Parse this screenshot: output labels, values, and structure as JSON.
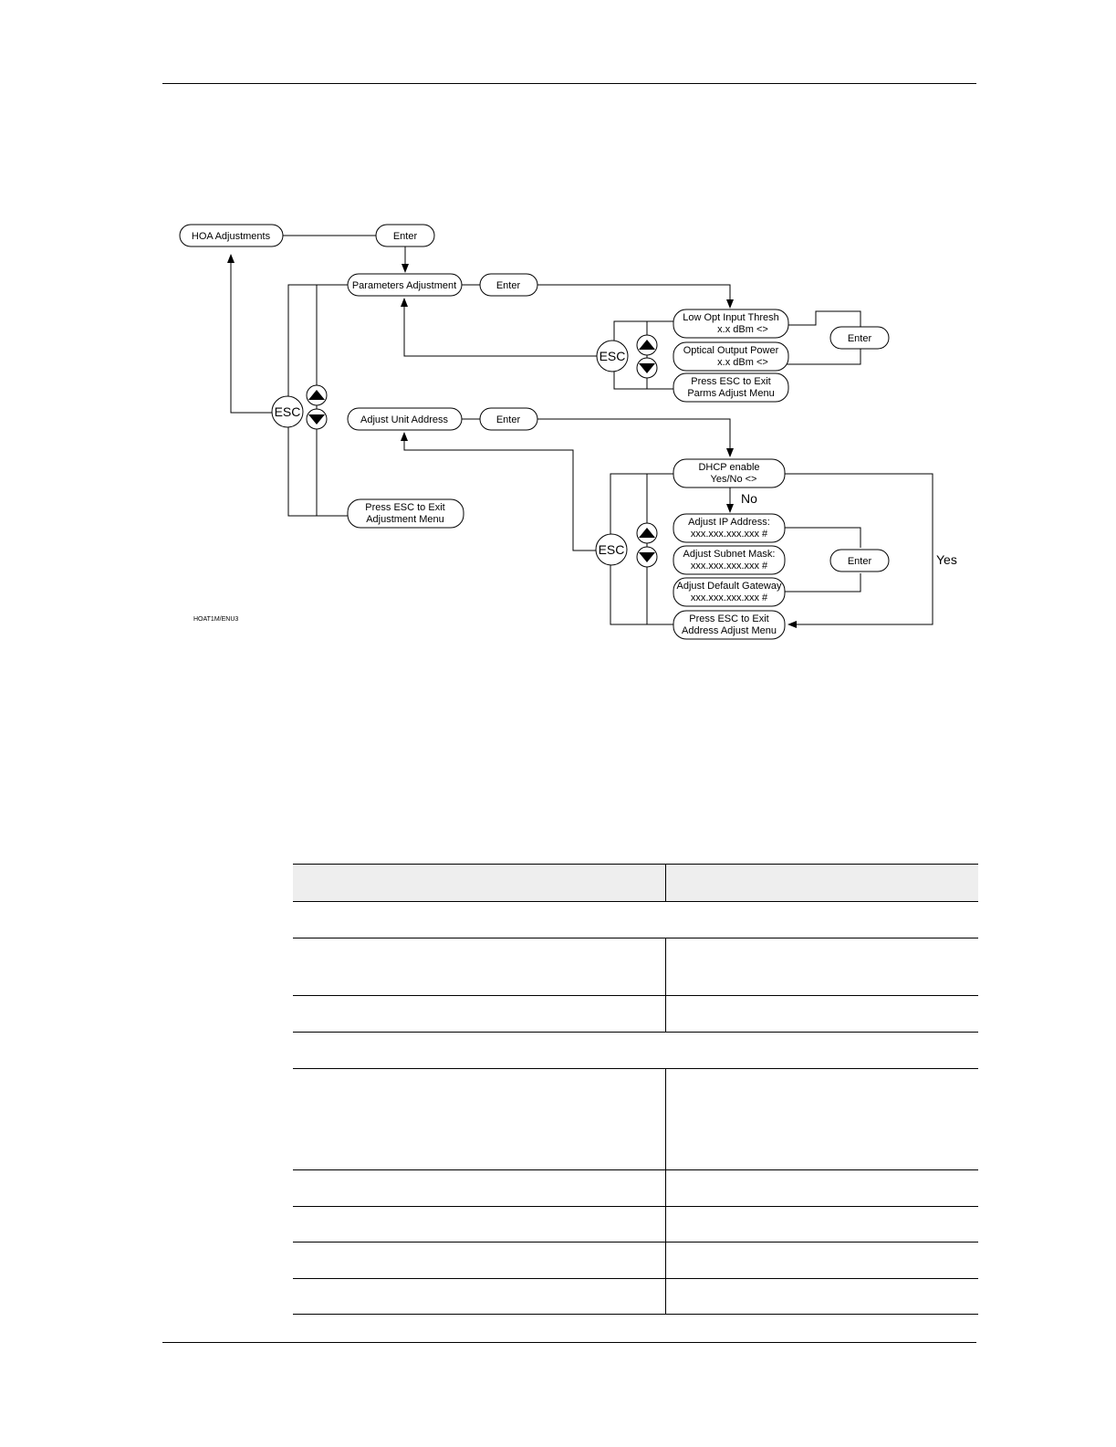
{
  "diagram": {
    "code": "HOAT1M/ENU3",
    "nodes": {
      "hoa_adjustments": "HOA  Adjustments",
      "enter_top": "Enter",
      "parameters_adjustment": "Parameters Adjustment",
      "enter_params": "Enter",
      "low_opt_line1": "Low Opt Input Thresh",
      "low_opt_line2": "x.x  dBm    <>",
      "optical_out_line1": "Optical Output Power",
      "optical_out_line2": "x.x  dBm    <>",
      "exit_params_line1": "Press ESC to Exit",
      "exit_params_line2": "Parms Adjust Menu",
      "enter_right_params": "Enter",
      "esc_params": "ESC",
      "esc_main": "ESC",
      "adjust_unit_address": "Adjust Unit Address",
      "enter_address": "Enter",
      "dhcp_line1": "DHCP enable",
      "dhcp_line2": "Yes/No     <>",
      "no_label": "No",
      "ip_line1": "Adjust IP Address:",
      "ip_line2": "xxx.xxx.xxx.xxx   #",
      "subnet_line1": "Adjust Subnet Mask:",
      "subnet_line2": "xxx.xxx.xxx.xxx   #",
      "gateway_line1": "Adjust Default Gateway",
      "gateway_line2": "xxx.xxx.xxx.xxx    #",
      "exit_address_line1": "Press ESC to Exit",
      "exit_address_line2": "Address Adjust Menu",
      "enter_right_address": "Enter",
      "yes_label": "Yes",
      "esc_address": "ESC",
      "exit_main_line1": "Press ESC to Exit",
      "exit_main_line2": "Adjustment  Menu"
    }
  },
  "table": {
    "rows": [
      {
        "type": "head",
        "cells": [
          "",
          ""
        ]
      },
      {
        "type": "section",
        "cells": [
          ""
        ]
      },
      {
        "type": "row",
        "cells": [
          "",
          ""
        ]
      },
      {
        "type": "row",
        "cells": [
          "",
          ""
        ]
      },
      {
        "type": "section",
        "cells": [
          ""
        ]
      },
      {
        "type": "row",
        "cells": [
          "",
          ""
        ]
      },
      {
        "type": "row",
        "cells": [
          "",
          ""
        ]
      },
      {
        "type": "row",
        "cells": [
          "",
          ""
        ]
      },
      {
        "type": "row",
        "cells": [
          "",
          ""
        ]
      },
      {
        "type": "row",
        "cells": [
          "",
          ""
        ]
      }
    ]
  }
}
